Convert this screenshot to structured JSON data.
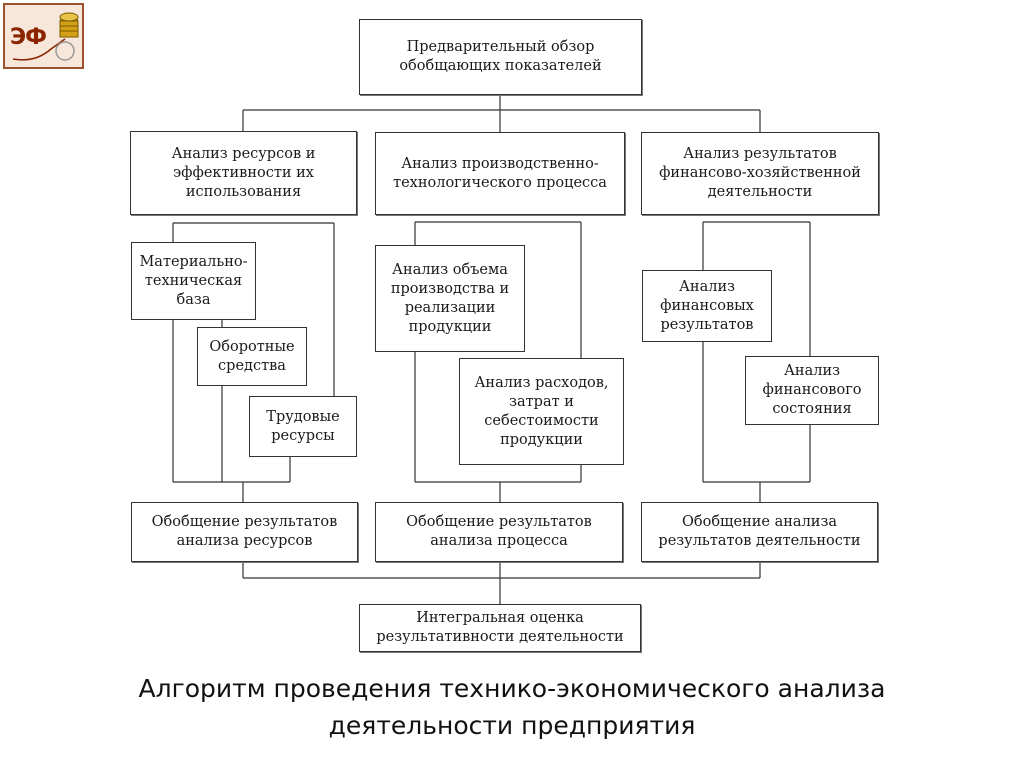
{
  "logo": {
    "text": "ЭФ"
  },
  "boxes": {
    "overview": "Предварительный обзор\nобобщающих показателей",
    "resources": "Анализ ресурсов и\nэффективности их\nиспользования",
    "process": "Анализ производственно-\nтехнологического процесса",
    "results": "Анализ результатов\nфинансово-хозяйственной\nдеятельности",
    "material_base": "Материально-\nтехническая\nбаза",
    "working_capital": "Оборотные\nсредства",
    "labor": "Трудовые\nресурсы",
    "volume": "Анализ объема\nпроизводства и\nреализации\nпродукции",
    "costs": "Анализ расходов,\nзатрат и\nсебестоимости\nпродукции",
    "fin_results": "Анализ\nфинансовых\nрезультатов",
    "fin_state": "Анализ\nфинансового\nсостояния",
    "sum_resources": "Обобщение результатов\nанализа ресурсов",
    "sum_process": "Обобщение результатов\nанализа процесса",
    "sum_results": "Обобщение анализа\nрезультатов деятельности",
    "integral": "Интегральная оценка\nрезультативности деятельности"
  },
  "caption": {
    "line1": "Алгоритм проведения технико-экономического анализа",
    "line2": "деятельности предприятия"
  },
  "colors": {
    "line": "#333333",
    "logo_border": "#a0522d",
    "logo_text": "#8b2500"
  }
}
